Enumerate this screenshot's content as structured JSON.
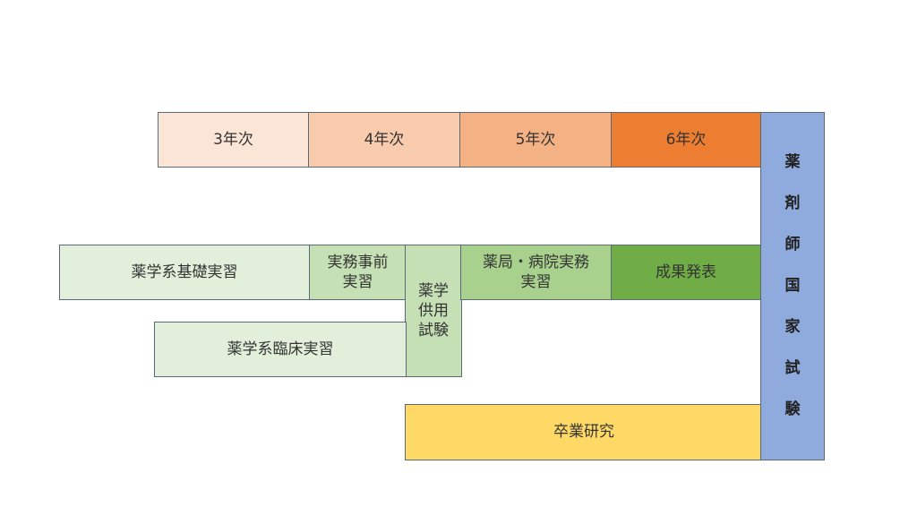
{
  "years": {
    "y3": "3年次",
    "y4": "4年次",
    "y5": "5年次",
    "y6": "6年次"
  },
  "activities": {
    "kiso": "薬学系基礎実習",
    "jizen": "実務事前\n実習",
    "kyoyo": "薬学\n供用\n試験",
    "rinsho": "薬学系臨床実習",
    "yakkyoku": "薬局・病院実務\n実習",
    "seika": "成果発表",
    "sotsu": "卒業研究"
  },
  "kokushi": {
    "chars": [
      "薬",
      "剤",
      "師",
      "国",
      "家",
      "試",
      "験"
    ]
  },
  "colors": {
    "y3": "#fbe5d6",
    "y4": "#f8cbad",
    "y5": "#f4b183",
    "y6": "#ed7d31",
    "light_green": "#e2efda",
    "mid_green": "#c5e0b4",
    "green": "#a9d18e",
    "dark_green": "#70ad47",
    "yellow": "#ffd966",
    "blue": "#8faadc"
  }
}
